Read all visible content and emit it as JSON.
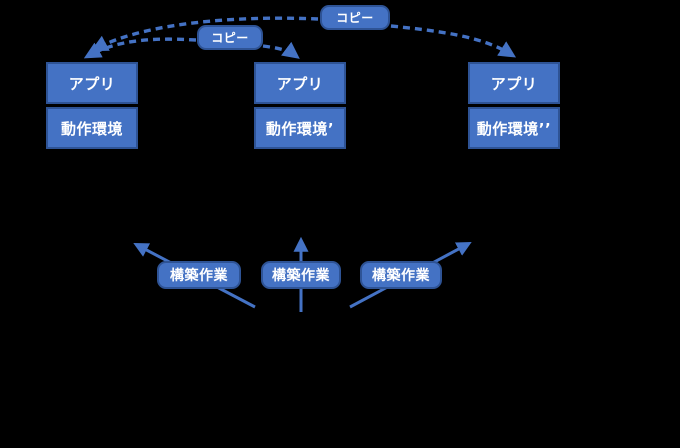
{
  "diagram": {
    "title": "Application environment copy diagram",
    "background_color": "#000000",
    "fill_color": "#4472C4",
    "stroke_color": "#2E5395",
    "arrow_color": "#4472C4",
    "text_color": "#FFFFFF",
    "nodes": [
      {
        "id": "left",
        "app_label": "アプリ",
        "env_label": "動作環境"
      },
      {
        "id": "middle",
        "app_label": "アプリ",
        "env_label": "動作環境’"
      },
      {
        "id": "right",
        "app_label": "アプリ",
        "env_label": "動作環境’’"
      }
    ],
    "copy_labels": [
      {
        "id": "copy-lower",
        "label": "コピー"
      },
      {
        "id": "copy-upper",
        "label": "コピー"
      }
    ],
    "build_labels": [
      {
        "id": "build-left",
        "label": "構築作業"
      },
      {
        "id": "build-middle",
        "label": "構築作業"
      },
      {
        "id": "build-right",
        "label": "構築作業"
      }
    ]
  }
}
